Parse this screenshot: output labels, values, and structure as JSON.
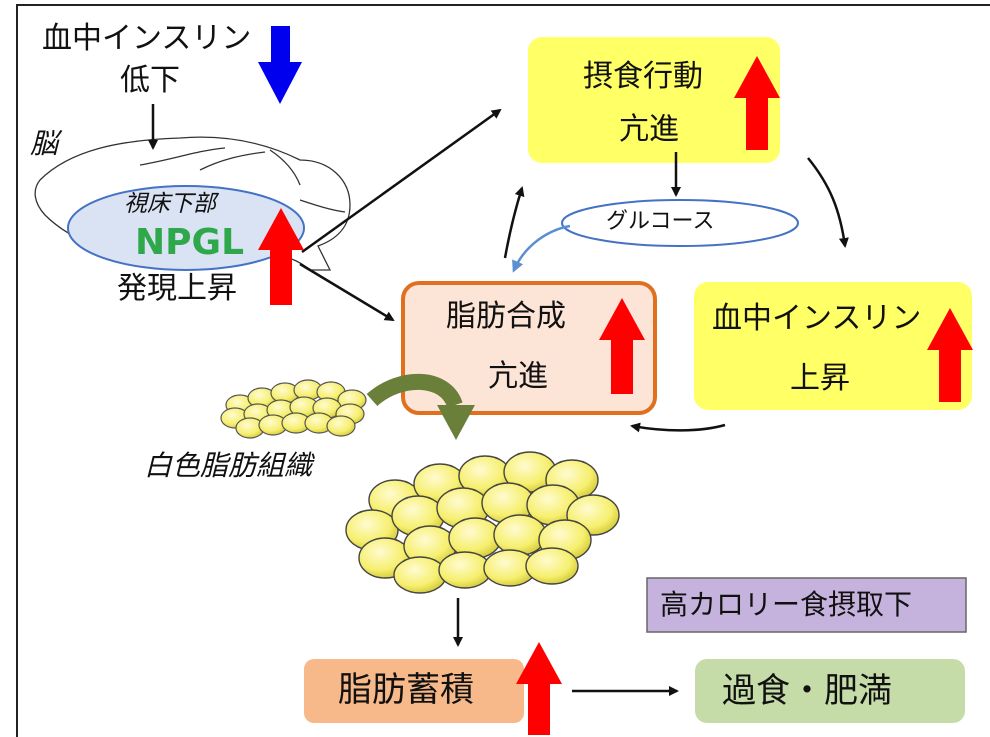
{
  "insulin_low": {
    "line1": "血中インスリン",
    "line2": "低下"
  },
  "brain_label": "脳",
  "hypothalamus": {
    "label": "視床下部",
    "gene": "NPGL",
    "expression": "発現上昇"
  },
  "feeding": {
    "line1": "摂食行動",
    "line2": "亢進"
  },
  "glucose": "グルコース",
  "lipogenesis": {
    "line1": "脂肪合成",
    "line2": "亢進"
  },
  "insulin_high": {
    "line1": "血中インスリン",
    "line2": "上昇"
  },
  "white_adipose": "白色脂肪組織",
  "high_calorie": "高カロリー食摂取下",
  "fat_accumulation": "脂肪蓄積",
  "overeating_obesity": "過食・肥満",
  "colors": {
    "up_arrow": "#ff0000",
    "down_arrow": "#0000ee",
    "feeding_box": "#ffff66",
    "lipogenesis_fill": "#fce4d6",
    "lipogenesis_border": "#e07020",
    "fat_accum_box": "#f8b98a",
    "obesity_box": "#c6dca8",
    "condition_box": "#c5b3dd",
    "npgl_text": "#2ea84a",
    "hypothalamus_fill": "#d9e3f3",
    "hypothalamus_stroke": "#4472c4",
    "fat_cell": "#f5f07a"
  }
}
